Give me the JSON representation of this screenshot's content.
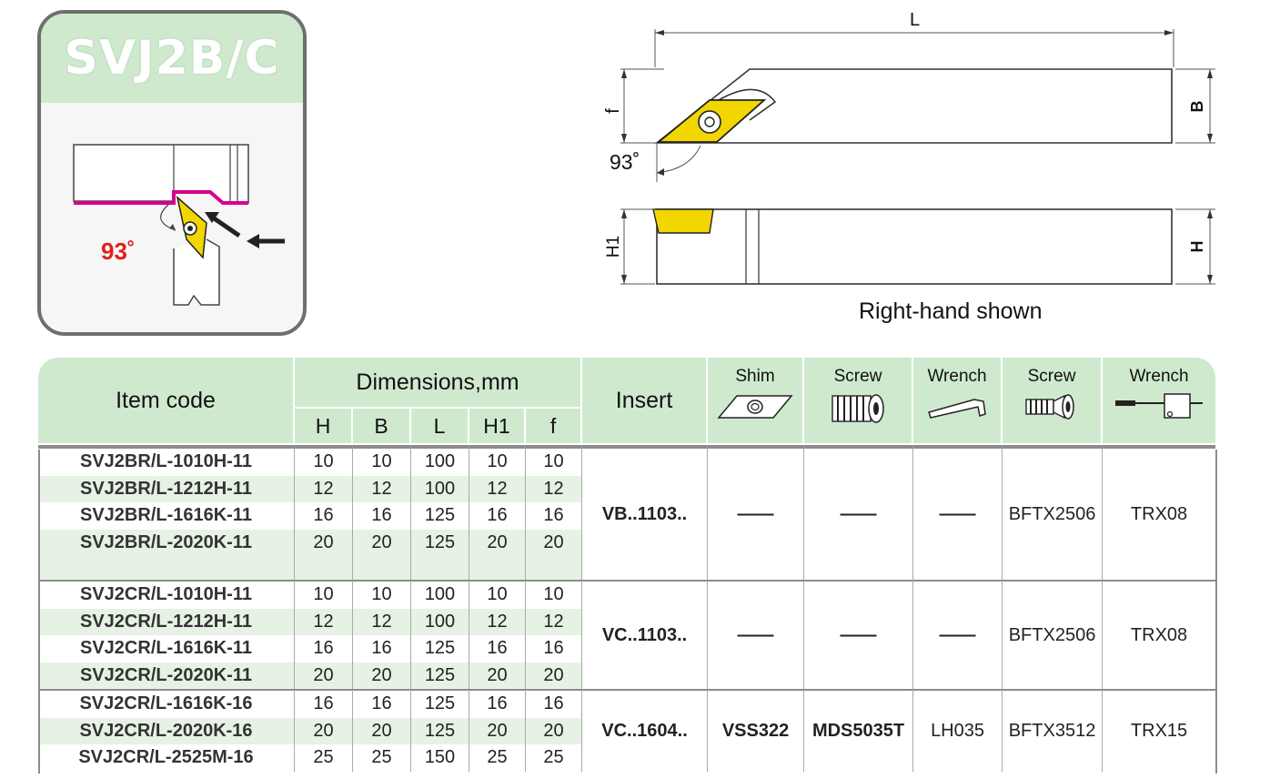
{
  "badge": {
    "title": "SVJ2B/C",
    "angle_label": "93˚"
  },
  "drawing": {
    "dim_L": "L",
    "dim_f": "f",
    "dim_B": "B",
    "dim_H1": "H1",
    "dim_H": "H",
    "angle_label": "93˚",
    "caption": "Right-hand shown"
  },
  "colors": {
    "header_green": "#cfe9cf",
    "row_green": "#e6f3e4",
    "insert_yellow": "#f2d600",
    "profile_magenta": "#d4008f",
    "angle_red": "#e02020"
  },
  "table": {
    "header": {
      "item_code": "Item code",
      "dimensions": "Dimensions,mm",
      "dims": [
        "H",
        "B",
        "L",
        "H1",
        "f"
      ],
      "insert": "Insert",
      "accessories": [
        {
          "label": "Shim",
          "icon": "shim-icon"
        },
        {
          "label": "Screw",
          "icon": "shim-screw-icon"
        },
        {
          "label": "Wrench",
          "icon": "hex-wrench-icon"
        },
        {
          "label": "Screw",
          "icon": "clamp-screw-icon"
        },
        {
          "label": "Wrench",
          "icon": "torx-wrench-icon"
        }
      ]
    },
    "groups": [
      {
        "insert": "VB..1103..",
        "shim": "——",
        "shim_screw": "——",
        "shim_wrench": "——",
        "screw": "BFTX2506",
        "wrench": "TRX08",
        "rows": [
          {
            "code": "SVJ2BR/L-1010H-11",
            "H": "10",
            "B": "10",
            "L": "100",
            "H1": "10",
            "f": "10"
          },
          {
            "code": "SVJ2BR/L-1212H-11",
            "H": "12",
            "B": "12",
            "L": "100",
            "H1": "12",
            "f": "12"
          },
          {
            "code": "SVJ2BR/L-1616K-11",
            "H": "16",
            "B": "16",
            "L": "125",
            "H1": "16",
            "f": "16"
          },
          {
            "code": "SVJ2BR/L-2020K-11",
            "H": "20",
            "B": "20",
            "L": "125",
            "H1": "20",
            "f": "20"
          }
        ]
      },
      {
        "insert": "VC..1103..",
        "shim": "——",
        "shim_screw": "——",
        "shim_wrench": "——",
        "screw": "BFTX2506",
        "wrench": "TRX08",
        "rows": [
          {
            "code": "SVJ2CR/L-1010H-11",
            "H": "10",
            "B": "10",
            "L": "100",
            "H1": "10",
            "f": "10"
          },
          {
            "code": "SVJ2CR/L-1212H-11",
            "H": "12",
            "B": "12",
            "L": "100",
            "H1": "12",
            "f": "12"
          },
          {
            "code": "SVJ2CR/L-1616K-11",
            "H": "16",
            "B": "16",
            "L": "125",
            "H1": "16",
            "f": "16"
          },
          {
            "code": "SVJ2CR/L-2020K-11",
            "H": "20",
            "B": "20",
            "L": "125",
            "H1": "20",
            "f": "20"
          }
        ]
      },
      {
        "insert": "VC..1604..",
        "shim": "VSS322",
        "shim_screw": "MDS5035T",
        "shim_wrench": "LH035",
        "screw": "BFTX3512",
        "wrench": "TRX15",
        "rows": [
          {
            "code": "SVJ2CR/L-1616K-16",
            "H": "16",
            "B": "16",
            "L": "125",
            "H1": "16",
            "f": "16"
          },
          {
            "code": "SVJ2CR/L-2020K-16",
            "H": "20",
            "B": "20",
            "L": "125",
            "H1": "20",
            "f": "20"
          },
          {
            "code": "SVJ2CR/L-2525M-16",
            "H": "25",
            "B": "25",
            "L": "150",
            "H1": "25",
            "f": "25"
          }
        ]
      }
    ]
  }
}
